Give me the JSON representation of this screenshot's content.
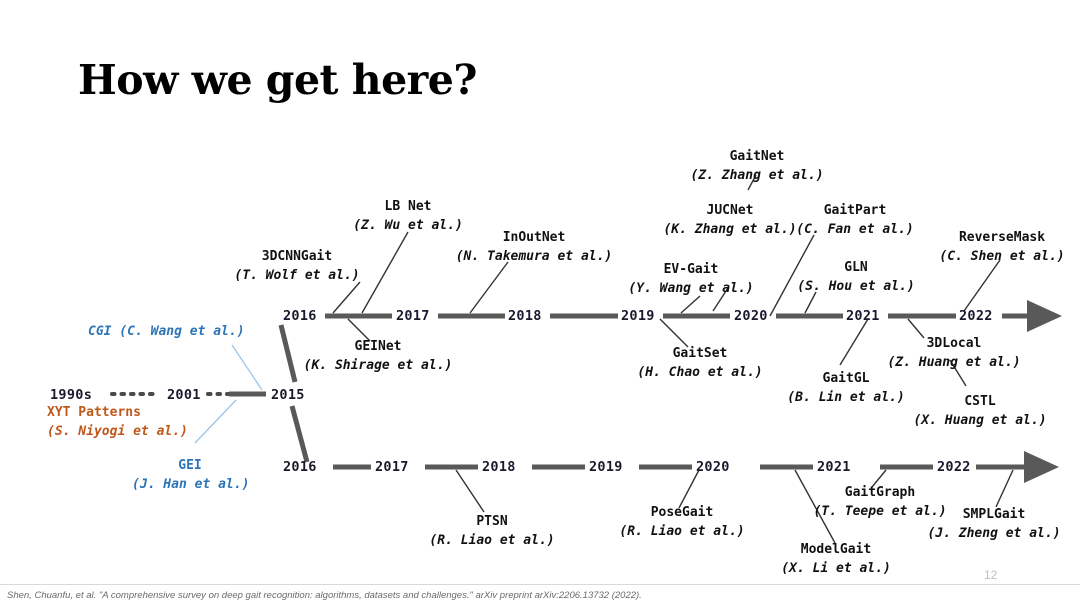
{
  "slide": {
    "title": "How we get here?",
    "page_number": "12",
    "footer": "Shen, Chuanfu, et al. \"A comprehensive survey on deep gait recognition: algorithms, datasets and challenges.\" arXiv preprint arXiv:2206.13732 (2022).",
    "colors": {
      "background": "#ffffff",
      "text": "#111111",
      "year": "#1a1a2e",
      "timeline": "#595959",
      "connector": "#404040",
      "blue_accent": "#2E75B6",
      "orange_accent": "#C0581C",
      "page_number": "#bfbfbf",
      "footer_text": "#6b6b6b"
    }
  },
  "chart_data": {
    "type": "diagram",
    "title": "How we get here?",
    "subtype": "branching-timeline",
    "trunk": {
      "ticks": [
        "1990s",
        "2001",
        "2015"
      ],
      "segments": [
        "dotted",
        "dotted-to-solid"
      ],
      "annotations": [
        {
          "name": "XYT Patterns",
          "authors": "(S. Niyogi et al.)",
          "color": "#C0581C",
          "attached_to": "1990s-2001"
        },
        {
          "name": "CGI",
          "authors": "(C. Wang et al.)",
          "label": "CGI (C. Wang et al.)",
          "color": "#2E75B6",
          "attached_to": "2001-2015"
        },
        {
          "name": "GEI",
          "authors": "(J. Han et al.)",
          "color": "#2E75B6",
          "attached_to": "2001-2015"
        }
      ]
    },
    "branches": [
      {
        "id": "appearance-based",
        "position": "upper",
        "years": [
          "2016",
          "2017",
          "2018",
          "2019",
          "2020",
          "2021",
          "2022"
        ],
        "ends_with_arrow": true,
        "methods_above": [
          {
            "name": "3DCNNGait",
            "authors": "(T. Wolf et al.)",
            "year": "2016"
          },
          {
            "name": "LB Net",
            "authors": "(Z. Wu et al.)",
            "year": "2017"
          },
          {
            "name": "InOutNet",
            "authors": "(N. Takemura et al.)",
            "year": "2018"
          },
          {
            "name": "EV-Gait",
            "authors": "(Y. Wang et al.)",
            "year": "2019"
          },
          {
            "name": "JUCNet",
            "authors": "(K. Zhang et al.)",
            "year": "2020"
          },
          {
            "name": "GaitNet",
            "authors": "(Z. Zhang et al.)",
            "year": "2020"
          },
          {
            "name": "GaitPart",
            "authors": "(C. Fan et al.)",
            "year": "2020"
          },
          {
            "name": "GLN",
            "authors": "(S. Hou et al.)",
            "year": "2021"
          },
          {
            "name": "ReverseMask",
            "authors": "(C. Shen et al.)",
            "year": "2022"
          }
        ],
        "methods_below": [
          {
            "name": "GEINet",
            "authors": "(K. Shirage et al.)",
            "year": "2016"
          },
          {
            "name": "GaitSet",
            "authors": "(H. Chao et al.)",
            "year": "2019"
          },
          {
            "name": "GaitGL",
            "authors": "(B. Lin et al.)",
            "year": "2021"
          },
          {
            "name": "3DLocal",
            "authors": "(Z. Huang et al.)",
            "year": "2021"
          },
          {
            "name": "CSTL",
            "authors": "(X. Huang et al.)",
            "year": "2022"
          }
        ]
      },
      {
        "id": "model-based",
        "position": "lower",
        "years": [
          "2016",
          "2017",
          "2018",
          "2019",
          "2020",
          "2021",
          "2022"
        ],
        "ends_with_arrow": true,
        "methods_above": [],
        "methods_below": [
          {
            "name": "PTSN",
            "authors": "(R. Liao et al.)",
            "year": "2018"
          },
          {
            "name": "PoseGait",
            "authors": "(R. Liao et al.)",
            "year": "2020"
          },
          {
            "name": "ModelGait",
            "authors": "(X. Li et al.)",
            "year": "2020"
          },
          {
            "name": "GaitGraph",
            "authors": "(T. Teepe et al.)",
            "year": "2021"
          },
          {
            "name": "SMPLGait",
            "authors": "(J. Zheng et al.)",
            "year": "2022"
          }
        ]
      }
    ]
  }
}
